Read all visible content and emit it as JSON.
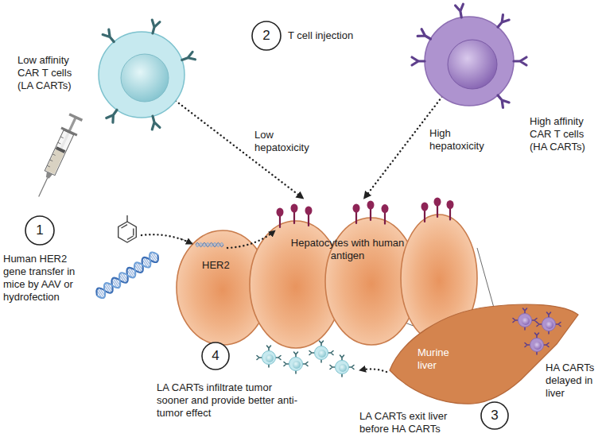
{
  "diagram": {
    "nodes": [
      {
        "text": [
          "1"
        ]
      },
      {
        "text": [
          "2"
        ]
      },
      {
        "text": [
          "Low affinity CAR T cells (LA CARTs)"
        ]
      },
      {
        "text": [
          "High affinity CAR T cells (HA CARTs)"
        ]
      },
      {
        "text": [
          "HER2",
          "Hepatocytes with human antigen"
        ]
      },
      {
        "text": [
          "Murine liver"
        ]
      },
      {
        "text": [
          "3"
        ]
      },
      {
        "text": [
          "4"
        ]
      }
    ],
    "edges": [
      {
        "from": 2,
        "to": 4,
        "arrow": "to"
      },
      {
        "from": 3,
        "to": 4,
        "arrow": "to"
      }
    ],
    "labels": [
      "Human HER2 gene transfer in mice by AAV or hydrofection",
      "T cell injection",
      "Low hepatoxicity",
      "High hepatoxicity",
      "HA CARTs delayed in liver",
      "LA CARTs exit liver before HA CARTs",
      "LA CARTs infiltrate tumor sooner and provide better anti-tumor effect"
    ]
  }
}
